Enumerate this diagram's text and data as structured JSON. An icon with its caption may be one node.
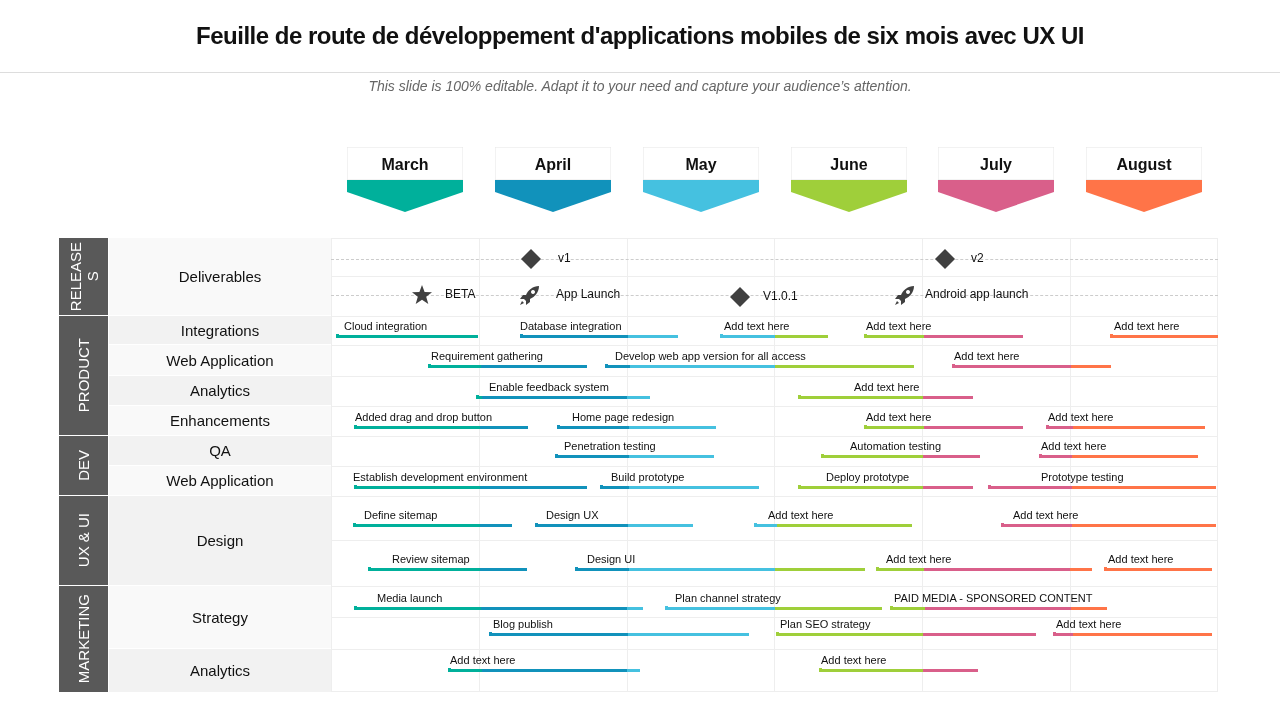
{
  "diagram": {
    "title": "Feuille de route de développement d'applications mobiles de six mois avec UX UI",
    "nodes": [
      {
        "text": [
          "March"
        ]
      },
      {
        "text": [
          "April"
        ]
      },
      {
        "text": [
          "May"
        ]
      },
      {
        "text": [
          "June"
        ]
      },
      {
        "text": [
          "July"
        ]
      },
      {
        "text": [
          "August"
        ]
      },
      {
        "text": [
          "RELEASES"
        ]
      },
      {
        "text": [
          "Deliverables"
        ]
      },
      {
        "text": [
          "PRODUCT"
        ]
      },
      {
        "text": [
          "Integrations"
        ]
      },
      {
        "text": [
          "Web Application"
        ]
      },
      {
        "text": [
          "Analytics"
        ]
      },
      {
        "text": [
          "Enhancements"
        ]
      },
      {
        "text": [
          "DEV"
        ]
      },
      {
        "text": [
          "QA"
        ]
      },
      {
        "text": [
          "Web Application"
        ]
      },
      {
        "text": [
          "UX & UI"
        ]
      },
      {
        "text": [
          "Design"
        ]
      },
      {
        "text": [
          "MARKETING"
        ]
      },
      {
        "text": [
          "Strategy"
        ]
      },
      {
        "text": [
          "Analytics"
        ]
      }
    ],
    "edges": [],
    "labels": [
      "This slide is 100% editable. Adapt it to your need and capture your audience’s attention.",
      "v1",
      "v2",
      "BETA",
      "App Launch",
      "V1.0.1",
      "Android app launch",
      "Cloud integration",
      "Database integration",
      "Add text here",
      "Add text here",
      "Add text here",
      "Requirement gathering",
      "Develop web app version for all access",
      "Add text here",
      "Enable feedback system",
      "Add text here",
      "Added drag and drop button",
      "Home page redesign",
      "Add text here",
      "Add text here",
      "Penetration testing",
      "Automation testing",
      "Add text here",
      "Establish development environment",
      "Build prototype",
      "Deploy prototype",
      "Prototype testing",
      "Define sitemap",
      "Design UX",
      "Add text here",
      "Add text here",
      "Review sitemap",
      "Design UI",
      "Add text here",
      "Add text here",
      "Media launch",
      "Plan channel strategy",
      "PAID MEDIA - SPONSORED CONTENT",
      "Blog publish",
      "Plan SEO strategy",
      "Add text here",
      "Add text here",
      "Add text here"
    ]
  }
}
